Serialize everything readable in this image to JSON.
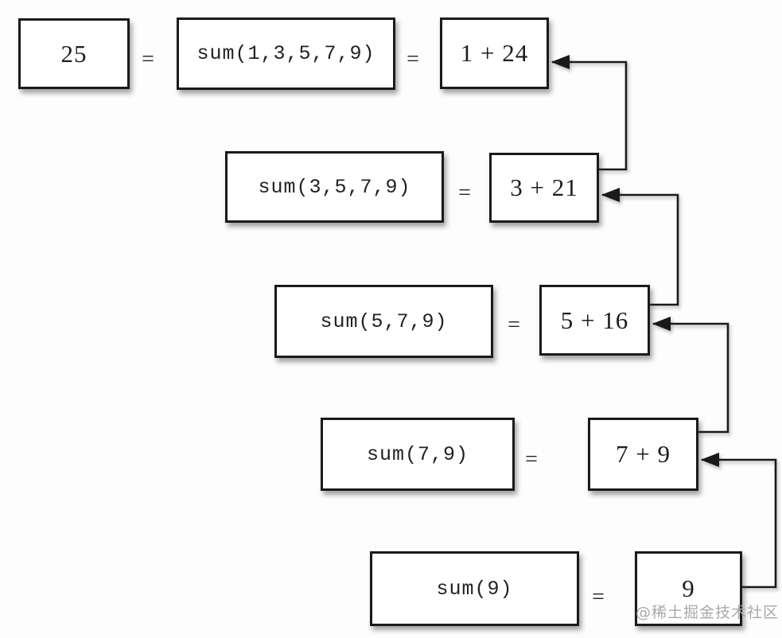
{
  "diagram": {
    "total_value": "25",
    "equals_sign": "=",
    "rows": [
      {
        "call": "sum(1,3,5,7,9)",
        "result": "1 + 24"
      },
      {
        "call": "sum(3,5,7,9)",
        "result": "3 + 21"
      },
      {
        "call": "sum(5,7,9)",
        "result": "5 + 16"
      },
      {
        "call": "sum(7,9)",
        "result": "7 + 9"
      },
      {
        "call": "sum(9)",
        "result": "9"
      }
    ],
    "arrows": [
      {
        "from": "result-box-2",
        "to": "result-box-1"
      },
      {
        "from": "result-box-3",
        "to": "result-box-2"
      },
      {
        "from": "result-box-4",
        "to": "result-box-3"
      },
      {
        "from": "result-box-5",
        "to": "result-box-4"
      }
    ],
    "colors": {
      "box_border": "#1a1a1a",
      "box_fill": "#ffffff",
      "arrow": "#1a1a1a",
      "text": "#1c1c1c",
      "background": "#fdfdfd",
      "watermark": "#a9a9a9"
    }
  },
  "watermark": {
    "text": "@稀土掘金技术社区"
  }
}
